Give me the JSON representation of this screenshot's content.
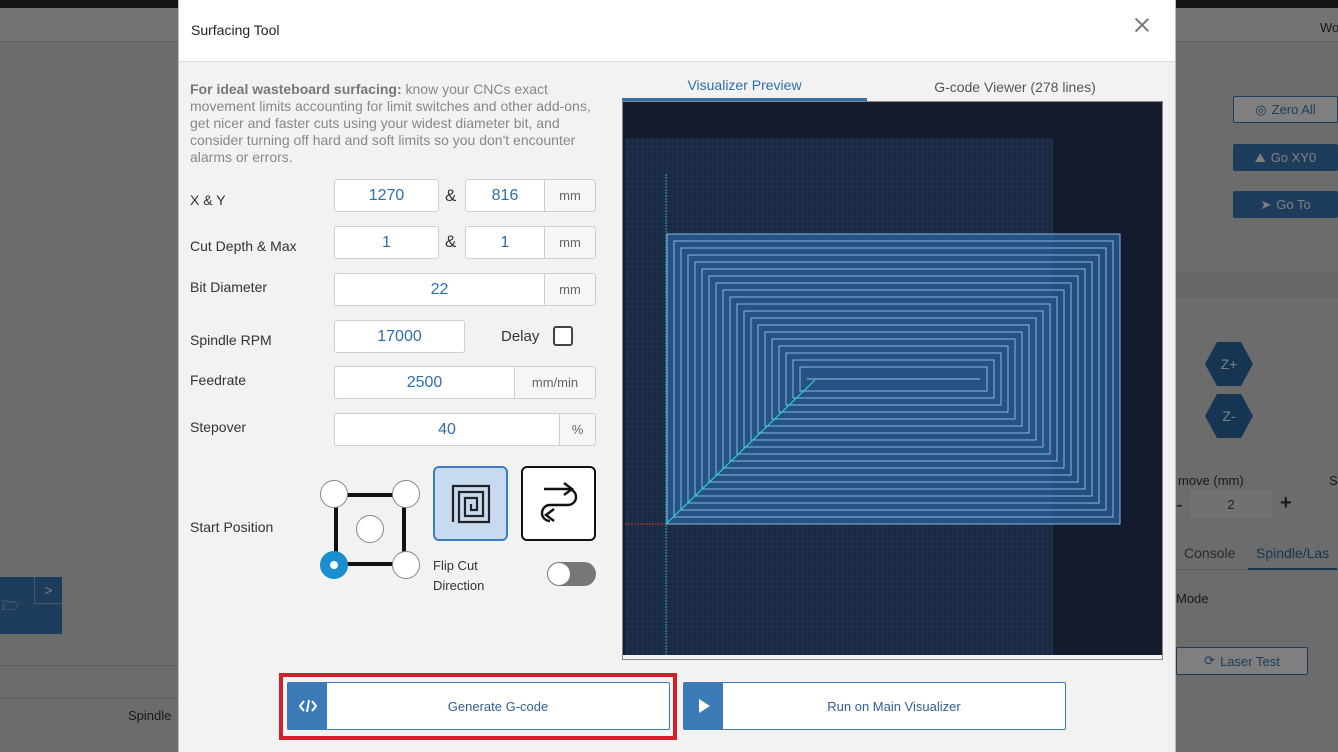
{
  "background": {
    "top_right_text": "Wo",
    "buttons": {
      "zero_all": "Zero All",
      "go_xy0": "Go XY0",
      "go_to": "Go  To"
    },
    "jog": {
      "z_plus": "Z+",
      "z_minus": "Z-"
    },
    "move_label": "move (mm)",
    "move_value": "2",
    "move_minus": "-",
    "move_plus": "+",
    "tabs": {
      "console": "Console",
      "spindle": "Spindle/Las"
    },
    "mode_label": "Mode",
    "laser_test": "Laser Test",
    "bottom_spindle": "Spindle",
    "sp_label": "Sp"
  },
  "modal": {
    "title": "Surfacing Tool",
    "intro_bold": "For ideal wasteboard surfacing:",
    "intro_text": " know your CNCs exact movement limits accounting for limit switches and other add-ons, get nicer and faster cuts using your widest diameter bit, and consider turning off hard and soft limits so you don't encounter alarms or errors.",
    "fields": {
      "xy_label": "X & Y",
      "x_value": "1270",
      "y_value": "816",
      "xy_unit": "mm",
      "amp": "&",
      "depth_label": "Cut Depth & Max",
      "depth_value": "1",
      "max_value": "1",
      "depth_unit": "mm",
      "bit_label": "Bit Diameter",
      "bit_value": "22",
      "bit_unit": "mm",
      "rpm_label": "Spindle RPM",
      "rpm_value": "17000",
      "delay_label": "Delay",
      "feed_label": "Feedrate",
      "feed_value": "2500",
      "feed_unit": "mm/min",
      "stepover_label": "Stepover",
      "stepover_value": "40",
      "stepover_unit": "%",
      "start_label": "Start Position",
      "flip_label_1": "Flip Cut",
      "flip_label_2": "Direction"
    },
    "tabs": {
      "visualizer": "Visualizer Preview",
      "gcode": "G-code Viewer (278 lines)"
    },
    "actions": {
      "generate": "Generate G-code",
      "run": "Run on Main Visualizer"
    }
  }
}
